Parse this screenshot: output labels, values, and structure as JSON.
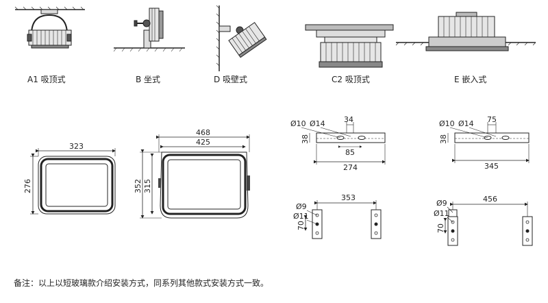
{
  "mount_labels": {
    "a1": "A1 吸顶式",
    "b": "B 坐式",
    "d": "D 吸壁式",
    "c2": "C2 吸顶式",
    "e": "E 嵌入式"
  },
  "front_view_small": {
    "width": "323",
    "height": "276"
  },
  "front_view_large": {
    "outer_width": "468",
    "inner_width": "425",
    "height_outer": "352",
    "height_inner": "315"
  },
  "bracket_c2": {
    "d1": "Ø10",
    "d2": "Ø14",
    "hole_gap": "34",
    "hole_span": "85",
    "height": "38",
    "length": "274"
  },
  "bracket_e": {
    "d1": "Ø10",
    "d2": "Ø14",
    "hole_gap": "75",
    "height": "38",
    "length": "345"
  },
  "u_bracket_small": {
    "width": "353",
    "d1": "Ø9",
    "d2": "Ø11",
    "height": "70"
  },
  "u_bracket_large": {
    "width": "456",
    "d1": "Ø9",
    "d2": "Ø11",
    "height": "70"
  },
  "note": "备注：以上以短玻璃款介绍安装方式，同系列其他款式安装方式一致。"
}
